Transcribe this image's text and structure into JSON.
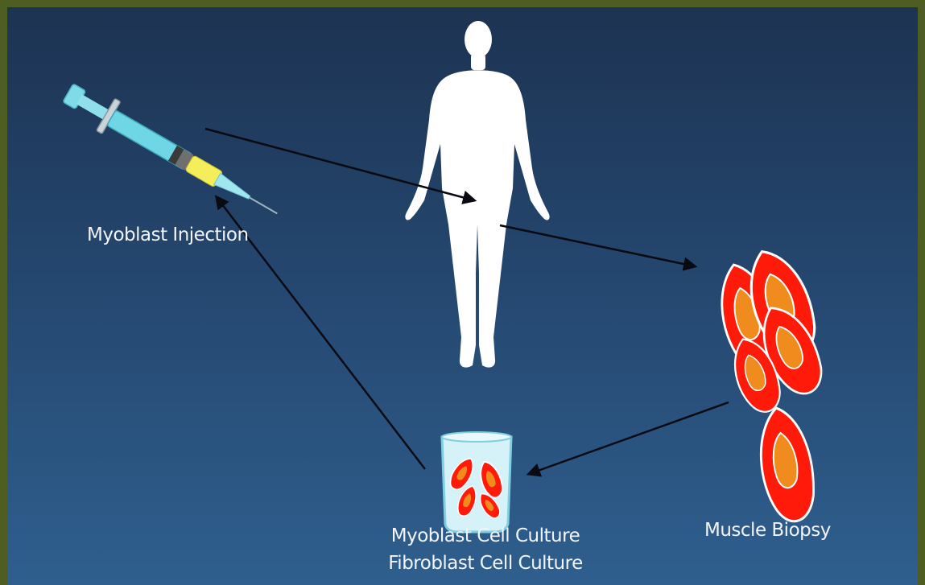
{
  "labels": {
    "myoblast_injection": "Myoblast Injection",
    "muscle_biopsy": "Muscle Biopsy",
    "myoblast_cell_culture": "Myoblast Cell Culture",
    "fibroblast_cell_culture": "Fibroblast Cell Culture"
  },
  "colors": {
    "frame": "#4e5e22",
    "background_top": "#1d3352",
    "background_bottom": "#2f5f8e",
    "figure": "#ffffff",
    "syringe_barrel": "#6fd6e6",
    "syringe_liquid": "#f3ee5a",
    "cell_outer": "#ff1a0a",
    "cell_inner": "#f08c1e",
    "arrow": "#0a0a12"
  },
  "icons": {
    "syringe": "syringe-icon",
    "human_figure": "human-figure-icon",
    "muscle_cells": "muscle-cells-icon",
    "beaker": "beaker-icon"
  }
}
